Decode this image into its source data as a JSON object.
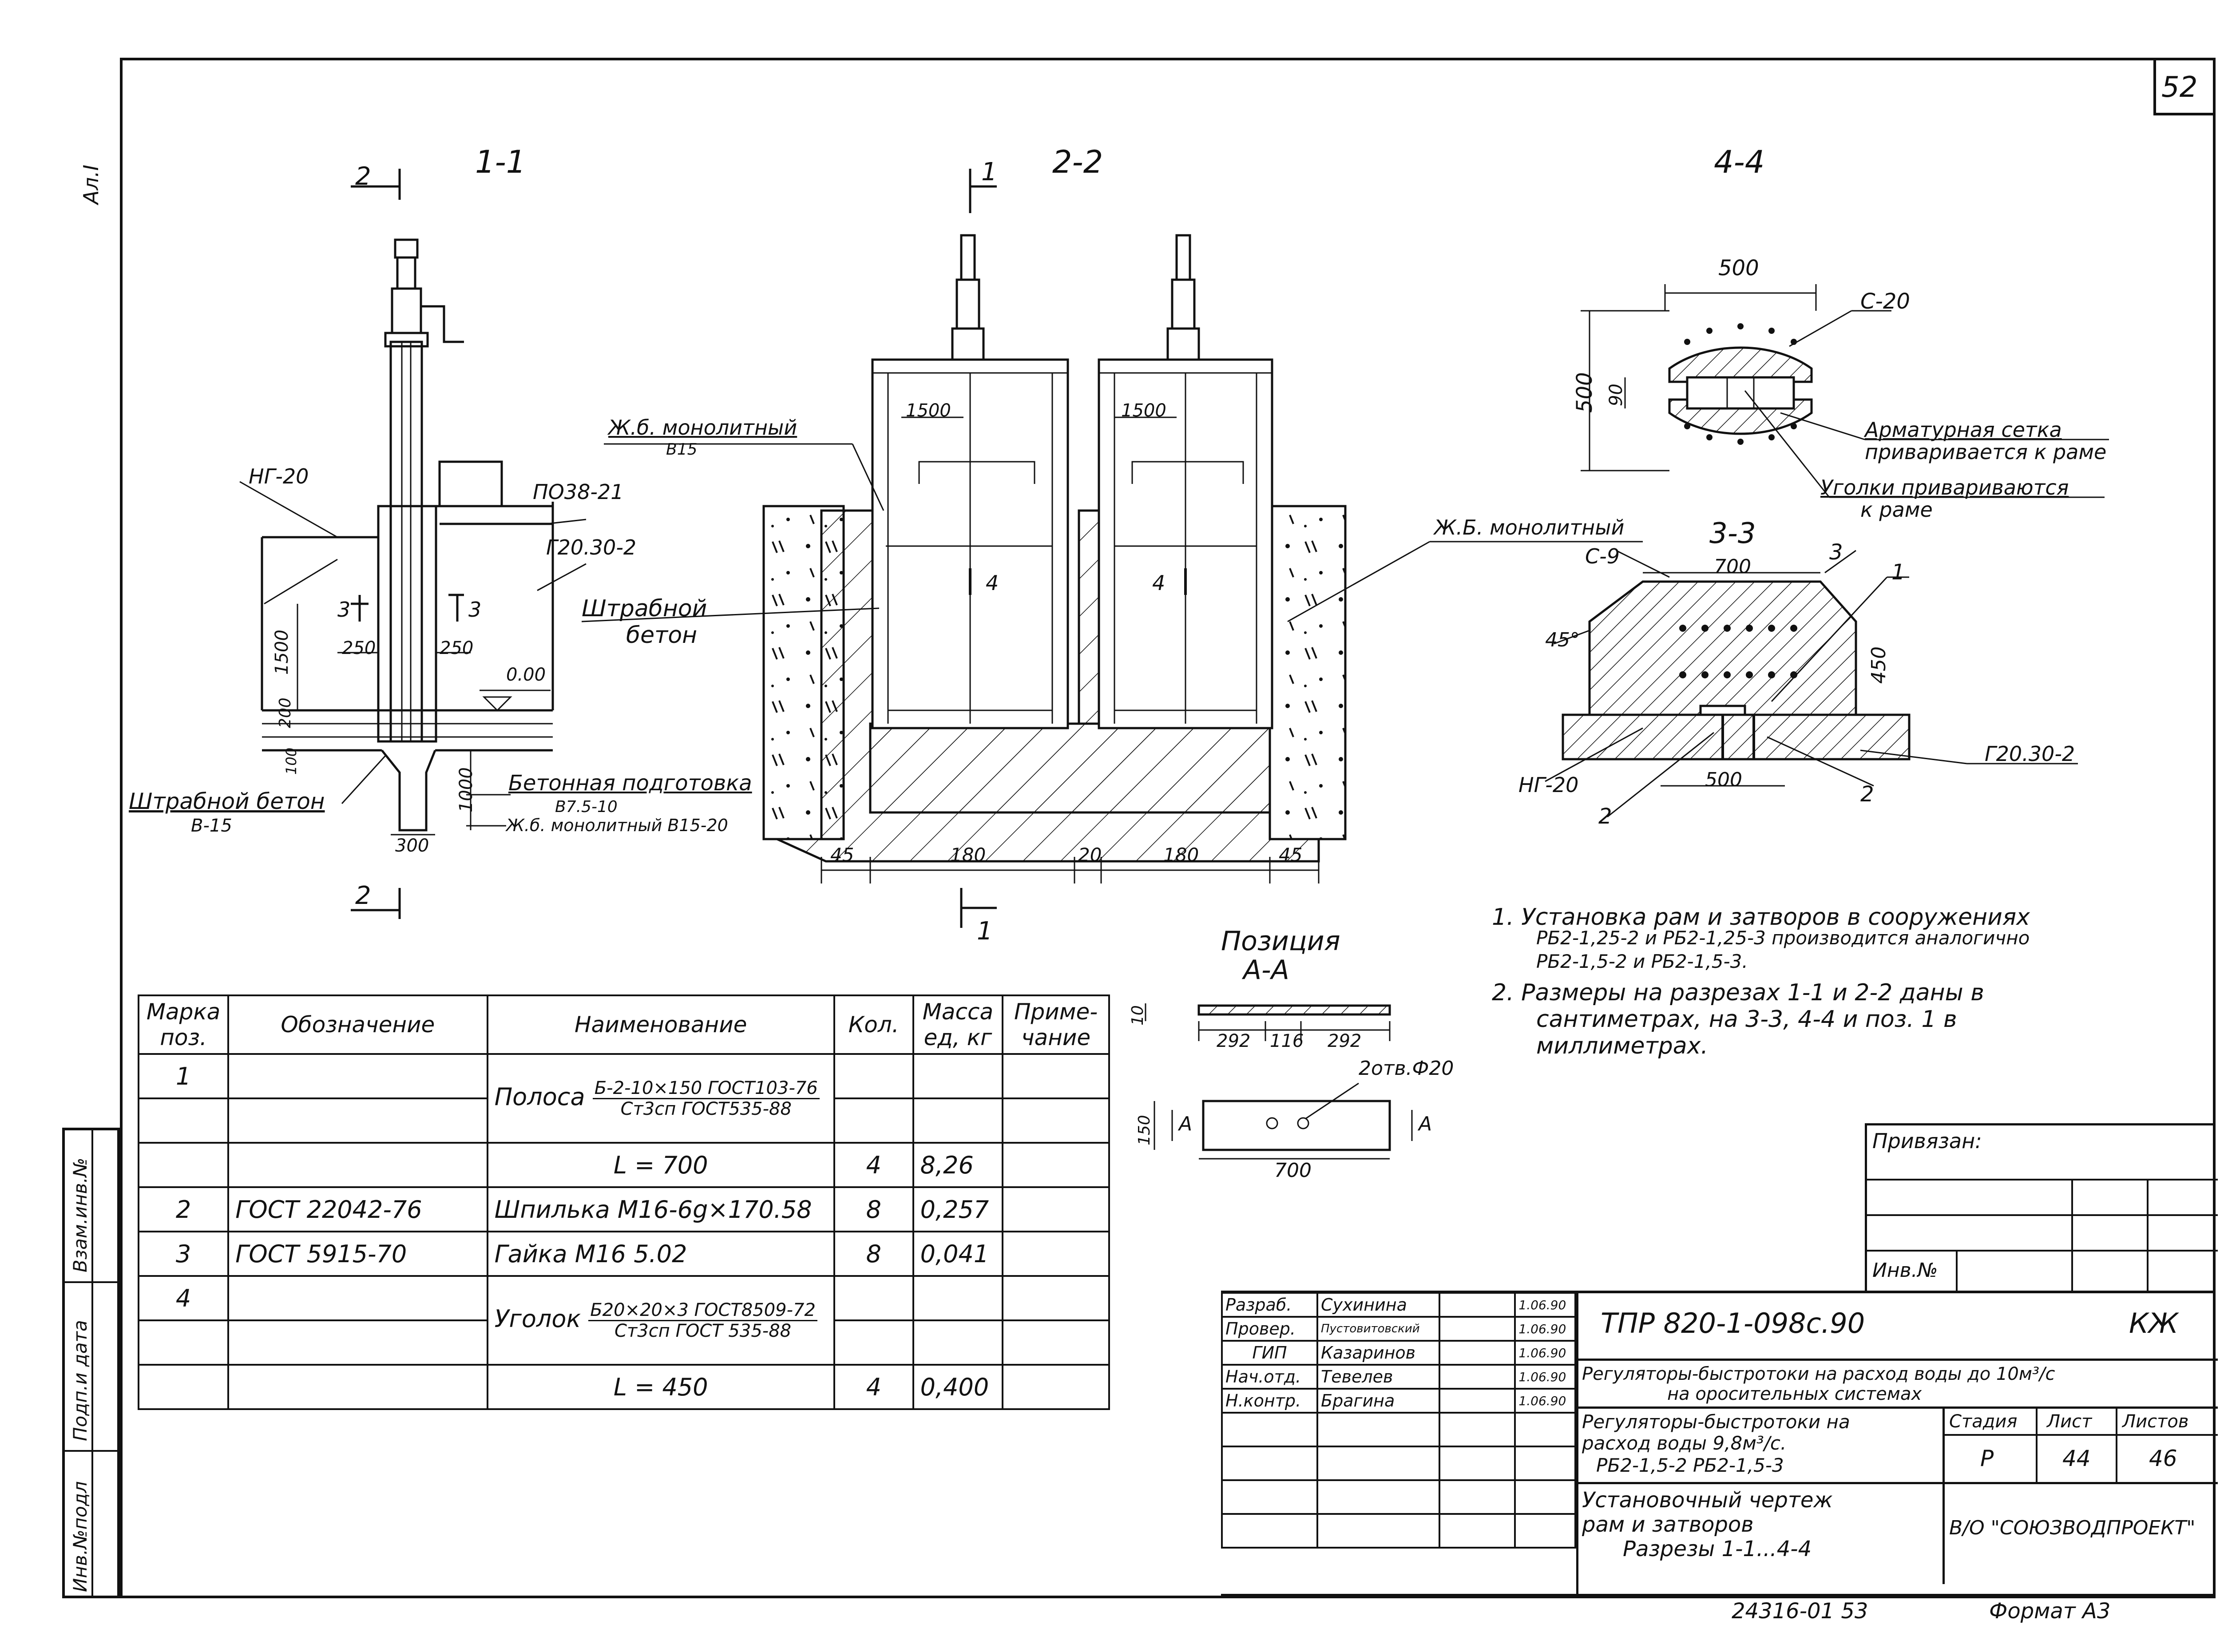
{
  "sheet_corner_number": "52",
  "side_label": "Ал.I",
  "side_stamps": [
    "Взам.инв.№",
    "Подп.и дата",
    "Инв.№подл"
  ],
  "sections": {
    "s11": {
      "title": "1-1"
    },
    "s22": {
      "title": "2-2"
    },
    "s44": {
      "title": "4-4"
    },
    "s33": {
      "title": "3-3"
    },
    "posA": {
      "title1": "Позиция",
      "title2": "А-А"
    }
  },
  "section11": {
    "cut_mark_top": "2",
    "cut_mark_bottom": "2",
    "ng20": "НГ-20",
    "po38": "ПО38-21",
    "g2030": "Г20.30-2",
    "dim_1500": "1500",
    "dim_250a": "250",
    "dim_250b": "250",
    "dim_200": "200",
    "dim_100": "100",
    "dim_1000": "1000",
    "dim_300": "300",
    "elev": "0.00",
    "mark3a": "3",
    "mark3b": "3",
    "shtrab": "Штрабной бетон",
    "shtrab_cls": "В-15",
    "bet_podg": "Бетонная подготовка",
    "bet_podg_cls": "В7.5-10",
    "zhb_mono": "Ж.б. монолитный В15-20"
  },
  "section22": {
    "cut_mark_top": "1",
    "cut_mark_bottom": "1",
    "zhb_mono": "Ж.б. монолитный",
    "zhb_cls": "В15",
    "zhb_right": "Ж.Б. монолитный",
    "shtrab1": "Штрабной",
    "shtrab2": "бетон",
    "dim_1500a": "1500",
    "dim_1500b": "1500",
    "mark4a": "4",
    "mark4b": "4",
    "dims_bottom": [
      "45",
      "180",
      "20",
      "180",
      "45"
    ]
  },
  "section44": {
    "dim_500w": "500",
    "dim_500h": "500",
    "dim_90": "90",
    "c20": "С-20",
    "note1a": "Арматурная сетка",
    "note1b": "приваривается к раме",
    "note2a": "Уголки привариваются",
    "note2b": "к раме"
  },
  "section33": {
    "c9": "С-9",
    "dim_700": "700",
    "dim_450": "450",
    "angle": "45°",
    "dim_500": "500",
    "mark3": "3",
    "mark1": "1",
    "mark2a": "2",
    "mark2b": "2",
    "ng20": "НГ-20",
    "g2030": "Г20.30-2"
  },
  "positionA": {
    "dim_10": "10",
    "dim_292a": "292",
    "dim_116": "116",
    "dim_292b": "292",
    "holes": "2отв.Ф20",
    "dim_150": "150",
    "dim_700": "700",
    "markA1": "А",
    "markA2": "А"
  },
  "notes": [
    "1. Установка рам и затворов в сооружениях",
    "РБ2-1,25-2 и РБ2-1,25-3 производится аналогично",
    "РБ2-1,5-2 и РБ2-1,5-3.",
    "2. Размеры на разрезах 1-1 и 2-2 даны в",
    "сантиметрах, на 3-3, 4-4 и поз. 1 в",
    "миллиметрах."
  ],
  "spec_table": {
    "headers": [
      "Марка поз.",
      "Обозначение",
      "Наименование",
      "Кол.",
      "Масса ед, кг",
      "Приме- чание"
    ],
    "rows": [
      {
        "pos": "1",
        "desig": "",
        "name_pre": "Полоса",
        "name_num": "Б-2-10×150 ГОСТ103-76",
        "name_den": "Ст3сп ГОСТ535-88",
        "name": "",
        "qty": "",
        "mass": "",
        "note": ""
      },
      {
        "pos": "",
        "desig": "",
        "name_pre": "",
        "name_num": "",
        "name_den": "",
        "name": "",
        "qty": "",
        "mass": "",
        "note": ""
      },
      {
        "pos": "",
        "desig": "",
        "name_pre": "",
        "name_num": "",
        "name_den": "",
        "name": "L = 700",
        "qty": "4",
        "mass": "8,26",
        "note": ""
      },
      {
        "pos": "2",
        "desig": "ГОСТ 22042-76",
        "name_pre": "",
        "name_num": "",
        "name_den": "",
        "name": "Шпилька М16-6g×170.58",
        "qty": "8",
        "mass": "0,257",
        "note": ""
      },
      {
        "pos": "3",
        "desig": "ГОСТ 5915-70",
        "name_pre": "",
        "name_num": "",
        "name_den": "",
        "name": "Гайка  М16 5.02",
        "qty": "8",
        "mass": "0,041",
        "note": ""
      },
      {
        "pos": "4",
        "desig": "",
        "name_pre": "Уголок",
        "name_num": "Б20×20×3 ГОСТ8509-72",
        "name_den": "Ст3сп ГОСТ 535-88",
        "name": "",
        "qty": "",
        "mass": "",
        "note": ""
      },
      {
        "pos": "",
        "desig": "",
        "name_pre": "",
        "name_num": "",
        "name_den": "",
        "name": "",
        "qty": "",
        "mass": "",
        "note": ""
      },
      {
        "pos": "",
        "desig": "",
        "name_pre": "",
        "name_num": "",
        "name_den": "",
        "name": "L = 450",
        "qty": "4",
        "mass": "0,400",
        "note": ""
      }
    ]
  },
  "binding_block": {
    "title": "Привязан:",
    "inv": "Инв.№"
  },
  "stamp": {
    "people": [
      {
        "role": "Разраб.",
        "name": "Сухинина",
        "date": "1.06.90"
      },
      {
        "role": "Провер.",
        "name": "Пустовитовский",
        "date": "1.06.90"
      },
      {
        "role": "ГИП",
        "name": "Казаринов",
        "date": "1.06.90"
      },
      {
        "role": "Нач.отд.",
        "name": "Тевелев",
        "date": "1.06.90"
      },
      {
        "role": "Н.контр.",
        "name": "Брагина",
        "date": "1.06.90"
      }
    ],
    "code": "ТПР 820-1-098с.90",
    "mark": "КЖ",
    "project1": "Регуляторы-быстротоки на расход воды до 10м³/с",
    "project2": "на оросительных системах",
    "object1": "Регуляторы-быстротоки на",
    "object2": "расход воды 9,8м³/с.",
    "object3": "РБ2-1,5-2   РБ2-1,5-3",
    "stage_h": "Стадия",
    "sheet_h": "Лист",
    "sheets_h": "Листов",
    "stage": "Р",
    "sheet": "44",
    "sheets": "46",
    "title1": "Установочный чертеж",
    "title2": "рам и затворов",
    "title3": "Разрезы 1-1...4-4",
    "org": "В/О \"СОЮЗВОДПРОЕКТ\"",
    "copy_no": "24316-01  53",
    "format": "Формат А3"
  }
}
